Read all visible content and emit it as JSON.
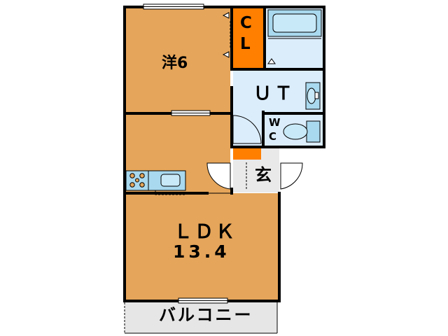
{
  "rooms": {
    "western_room": "洋6",
    "closet_c": "C",
    "closet_l": "L",
    "utility": "ＵＴ",
    "wc_w": "W",
    "wc_c": "C",
    "entrance": "玄",
    "ldk": "ＬＤＫ",
    "ldk_size": "13.4",
    "balcony": "バルコニー"
  },
  "colors": {
    "room_floor": "#e5a55a",
    "closet": "#ff7f00",
    "wet_area": "#dbedfb",
    "entrance_floor": "#e9e9e9",
    "balcony_floor": "#e6e6e6",
    "fixture": "#a9d9ee",
    "wall": "#000000"
  }
}
